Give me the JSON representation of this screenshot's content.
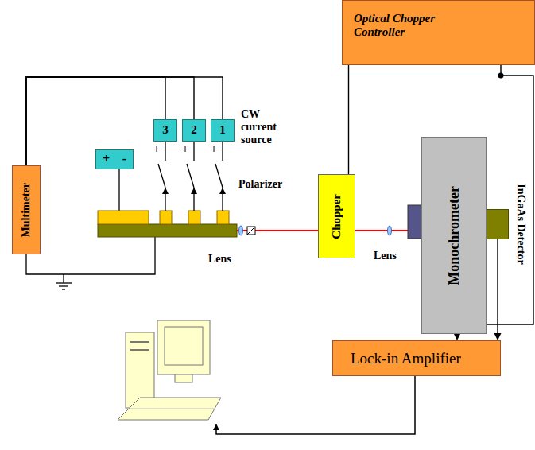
{
  "diagram": {
    "nodes": [
      {
        "text": [
          "Optical Chopper Controller"
        ]
      },
      {
        "text": [
          "3"
        ]
      },
      {
        "text": [
          "2"
        ]
      },
      {
        "text": [
          "1"
        ]
      },
      {
        "text": [
          "Multimeter"
        ]
      },
      {
        "text": [
          "+",
          "-"
        ]
      },
      {
        "text": [
          "Chopper"
        ]
      },
      {
        "text": [
          "Monochrometer"
        ]
      },
      {
        "text": [
          "InGaAs Detector"
        ]
      },
      {
        "text": [
          "Lock-in Amplifier"
        ]
      }
    ],
    "edges": [
      {
        "from": 0,
        "to": 6,
        "arrow": "none"
      },
      {
        "from": 0,
        "to": 9,
        "arrow": "to"
      },
      {
        "from": 8,
        "to": 9,
        "arrow": "to"
      },
      {
        "from": 4,
        "to": 1,
        "arrow": "none"
      },
      {
        "from": 4,
        "to": 2,
        "arrow": "none"
      },
      {
        "from": 4,
        "to": 3,
        "arrow": "none"
      }
    ],
    "labels": [
      "CW current source",
      "+",
      "+",
      "+",
      "Polarizer",
      "Lens",
      "Lens"
    ]
  }
}
